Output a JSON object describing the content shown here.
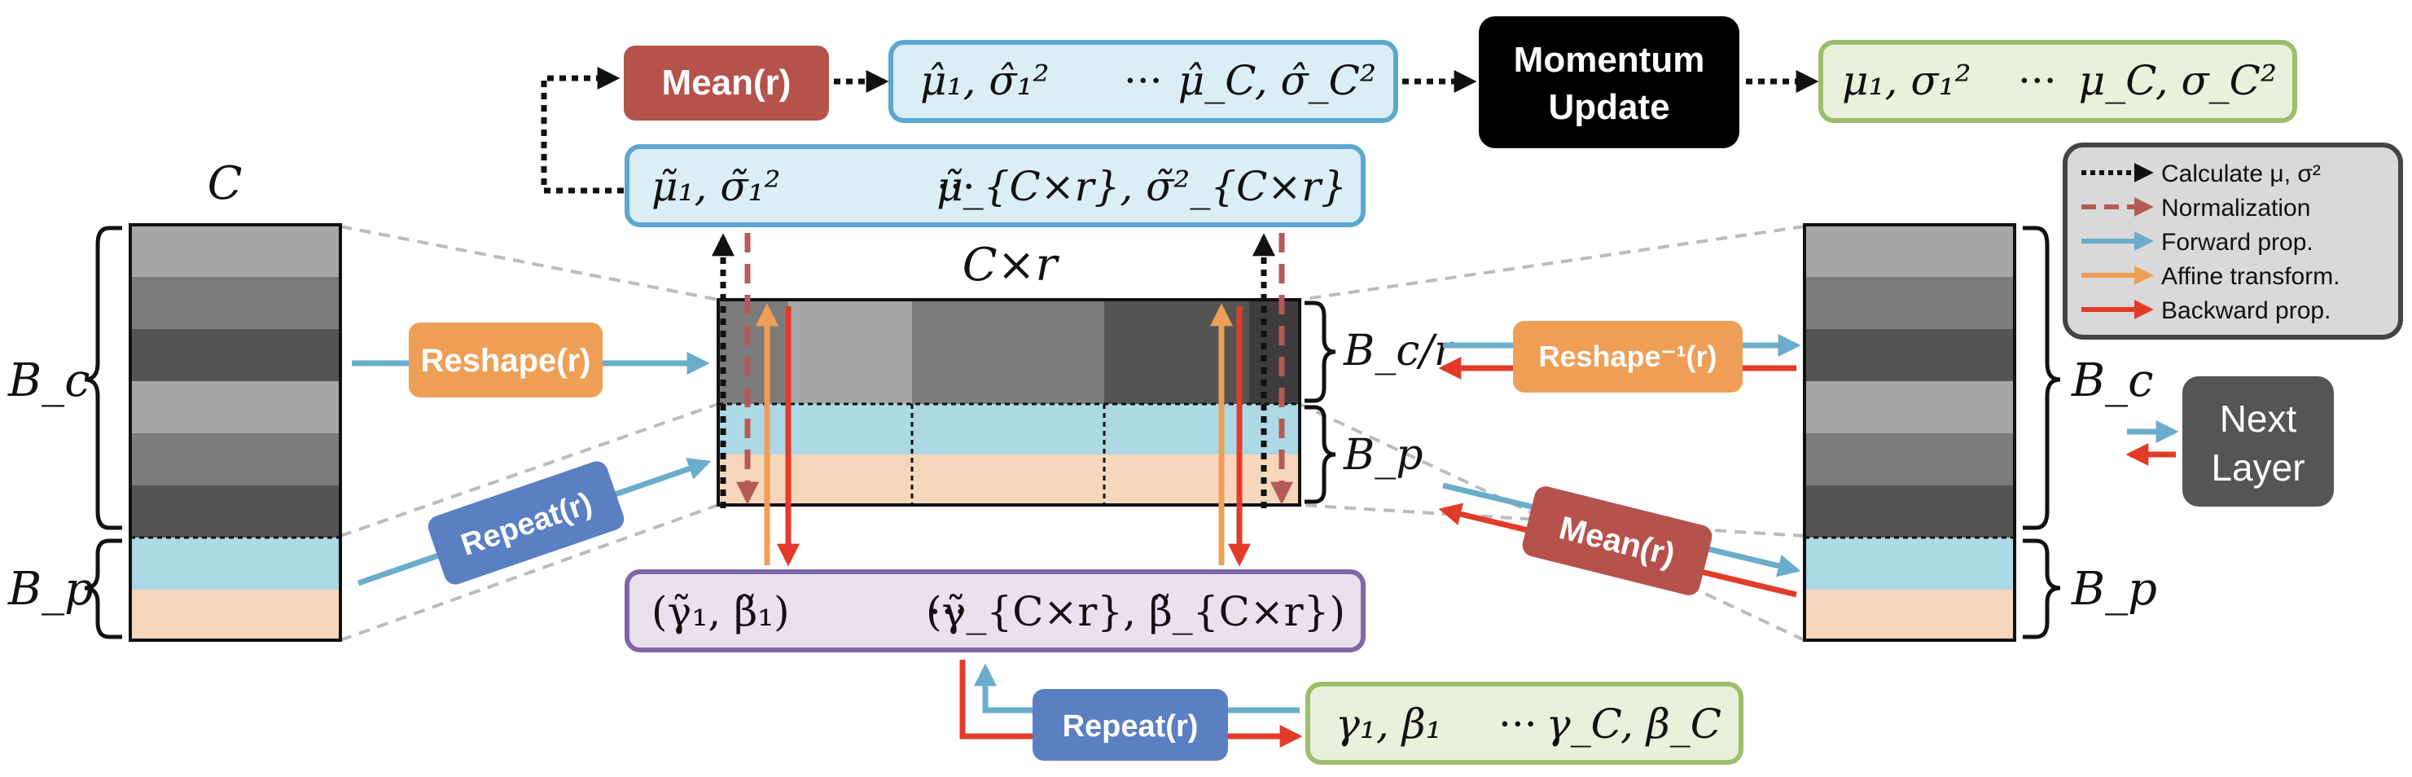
{
  "top_row": {
    "mean_label": "Mean(r)",
    "global_stats": {
      "first": "μ̂₁, σ̂₁²",
      "ellipsis": "···",
      "last": "μ̂_C, σ̂_C²"
    },
    "momentum_label_1": "Momentum",
    "momentum_label_2": "Update",
    "running_stats": {
      "first": "μ₁, σ₁²",
      "ellipsis": "···",
      "last": "μ_C, σ_C²"
    },
    "group_stats": {
      "first": "μ̃₁, σ̃₁²",
      "ellipsis": "···",
      "last": "μ̃_{C×r}, σ̃²_{C×r}"
    }
  },
  "left_block": {
    "channel_label": "C",
    "bc_label": "B_c",
    "bp_label": "B_p"
  },
  "center_block": {
    "channel_label": "C×r",
    "bc_r_label": "B_c/r",
    "bp_label": "B_p"
  },
  "right_block": {
    "bc_label": "B_c",
    "bp_label": "B_p"
  },
  "ops": {
    "reshape": "Reshape(r)",
    "repeat_left": "Repeat(r)",
    "reshape_inv": "Reshape⁻¹(r)",
    "mean_right": "Mean(r)",
    "repeat_bottom": "Repeat(r)"
  },
  "affine_group": {
    "first": "(γ̃₁, β̃₁)",
    "ellipsis": "···",
    "last": "(γ̃_{C×r}, β̃_{C×r})"
  },
  "affine_params": {
    "first": "γ₁, β₁",
    "ellipsis": "···",
    "last": "γ_C, β_C"
  },
  "next_layer": {
    "line1": "Next",
    "line2": "Layer"
  },
  "legend": [
    {
      "label": "Calculate μ, σ²",
      "color": "#111111",
      "style": "dotted"
    },
    {
      "label": "Normalization",
      "color": "#b55a55",
      "style": "dashed"
    },
    {
      "label": "Forward prop.",
      "color": "#6aaccb",
      "style": "solid"
    },
    {
      "label": "Affine transform.",
      "color": "#ef9f55",
      "style": "solid"
    },
    {
      "label": "Backward prop.",
      "color": "#e33b2a",
      "style": "solid"
    }
  ],
  "colors": {
    "mean_box": "#b5524b",
    "momentum_box": "#000000",
    "stats_fill": "#dbeef6",
    "stats_border": "#5ba7cf",
    "running_fill": "#e9f1dc",
    "running_border": "#9cbe6c",
    "affine_fill": "#e9e2ee",
    "affine_border": "#8265a8",
    "reshape_box": "#ef9f55",
    "repeat_box": "#5a7fc2",
    "next_layer_box": "#555555",
    "pretrain_blue": "#add8e6",
    "pretrain_peach": "#f6d7bc"
  }
}
